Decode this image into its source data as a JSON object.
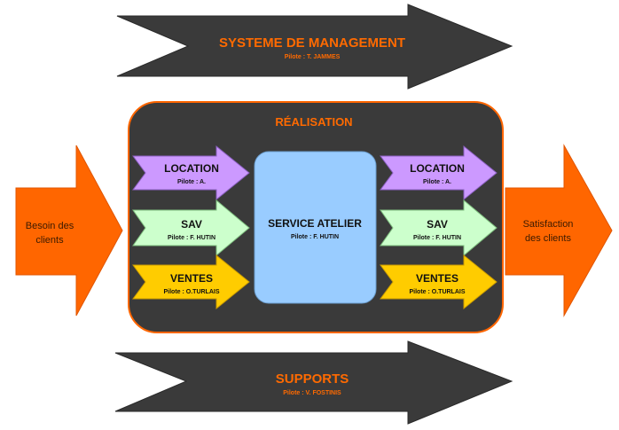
{
  "management": {
    "title": "SYSTEME DE MANAGEMENT",
    "pilot": "Pilote : T. JAMMES"
  },
  "realisation": {
    "title": "RÉALISATION"
  },
  "input": {
    "label_line1": "Besoin des",
    "label_line2": "clients"
  },
  "output": {
    "label_line1": "Satisfaction",
    "label_line2": "des clients"
  },
  "left_processes": [
    {
      "title": "LOCATION",
      "pilot": "Pilote : A."
    },
    {
      "title": "SAV",
      "pilot": "Pilote : F. HUTIN"
    },
    {
      "title": "VENTES",
      "pilot": "Pilote : O.TURLAIS"
    }
  ],
  "right_processes": [
    {
      "title": "LOCATION",
      "pilot": "Pilote : A."
    },
    {
      "title": "SAV",
      "pilot": "Pilote : F. HUTIN"
    },
    {
      "title": "VENTES",
      "pilot": "Pilote : O.TURLAIS"
    }
  ],
  "center": {
    "title": "SERVICE ATELIER",
    "pilot": "Pilote : F. HUTIN"
  },
  "supports": {
    "title": "SUPPORTS",
    "pilot": "Pilote : V. FOSTINIS"
  },
  "colors": {
    "dark": "#3a3a3a",
    "orange": "#ff6600",
    "orange_text": "#ff6a00",
    "location": "#cc99ff",
    "sav": "#ccffcc",
    "ventes": "#ffcc00",
    "atelier": "#99ccff"
  }
}
